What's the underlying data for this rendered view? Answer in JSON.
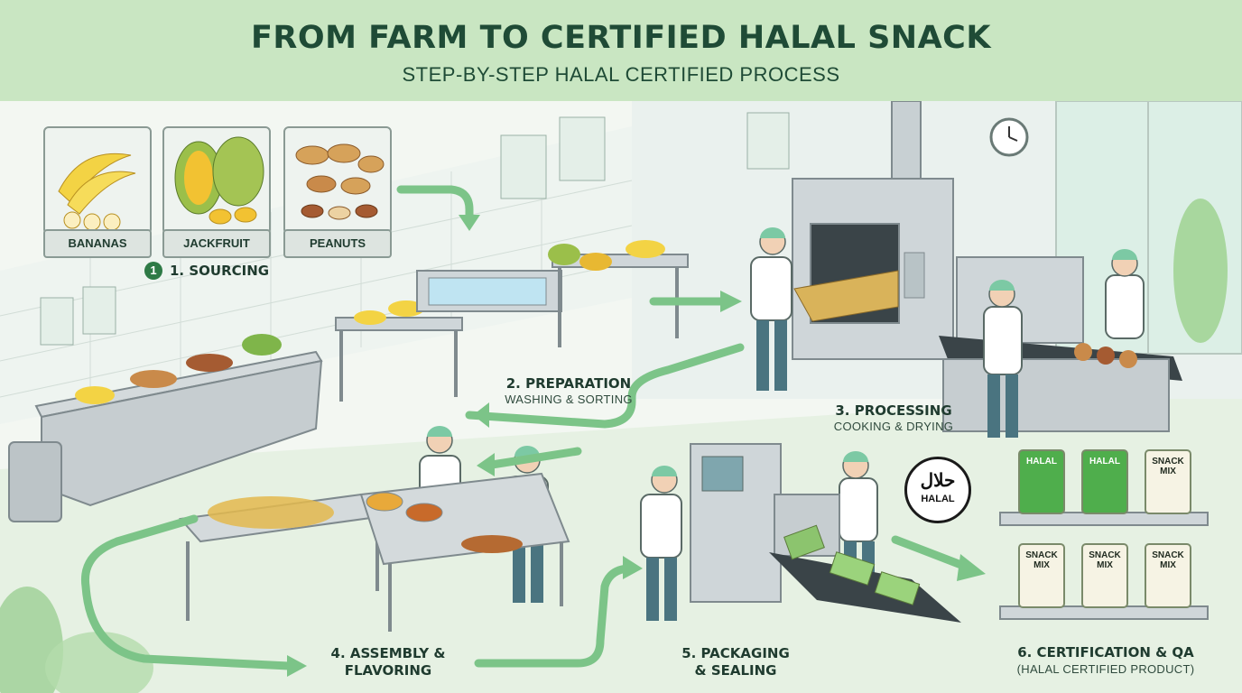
{
  "header": {
    "title": "FROM FARM TO CERTIFIED HALAL SNACK",
    "subtitle": "STEP-BY-STEP HALAL CERTIFIED PROCESS"
  },
  "ingredients": [
    {
      "label": "BANANAS",
      "icon": "banana-icon"
    },
    {
      "label": "JACKFRUIT",
      "icon": "jackfruit-icon"
    },
    {
      "label": "PEANUTS",
      "icon": "peanut-icon"
    }
  ],
  "steps": [
    {
      "badge": "1",
      "title": "1. SOURCING"
    },
    {
      "title": "2. PREPARATION",
      "subtitle": "WASHING & SORTING"
    },
    {
      "title": "3. PROCESSING",
      "subtitle": "COOKING & DRYING"
    },
    {
      "title_line1": "4. ASSEMBLY &",
      "title_line2": "FLAVORING"
    },
    {
      "title_line1": "5. PACKAGING",
      "title_line2": "& SEALING"
    },
    {
      "title": "6. CERTIFICATION & QA",
      "subtitle": "(HALAL CERTIFIED PRODUCT)"
    }
  ],
  "halal_seal": {
    "arabic": "حلال",
    "text": "HALAL"
  },
  "packages": {
    "top_row": [
      {
        "text": "HALAL",
        "style": "green"
      },
      {
        "text": "HALAL",
        "style": "green"
      },
      {
        "text": "SNACK MIX",
        "style": "white"
      }
    ],
    "bottom_row": [
      {
        "text": "SNACK MIX",
        "style": "white"
      },
      {
        "text": "SNACK MIX",
        "style": "white"
      },
      {
        "text": "SNACK MIX",
        "style": "white"
      }
    ]
  },
  "colors": {
    "header_bg": "#c9e6c2",
    "title": "#1f4b36",
    "flow_arrow": "#7cc488",
    "accent_green": "#2e7a46",
    "steel": "#cfd6d9"
  }
}
